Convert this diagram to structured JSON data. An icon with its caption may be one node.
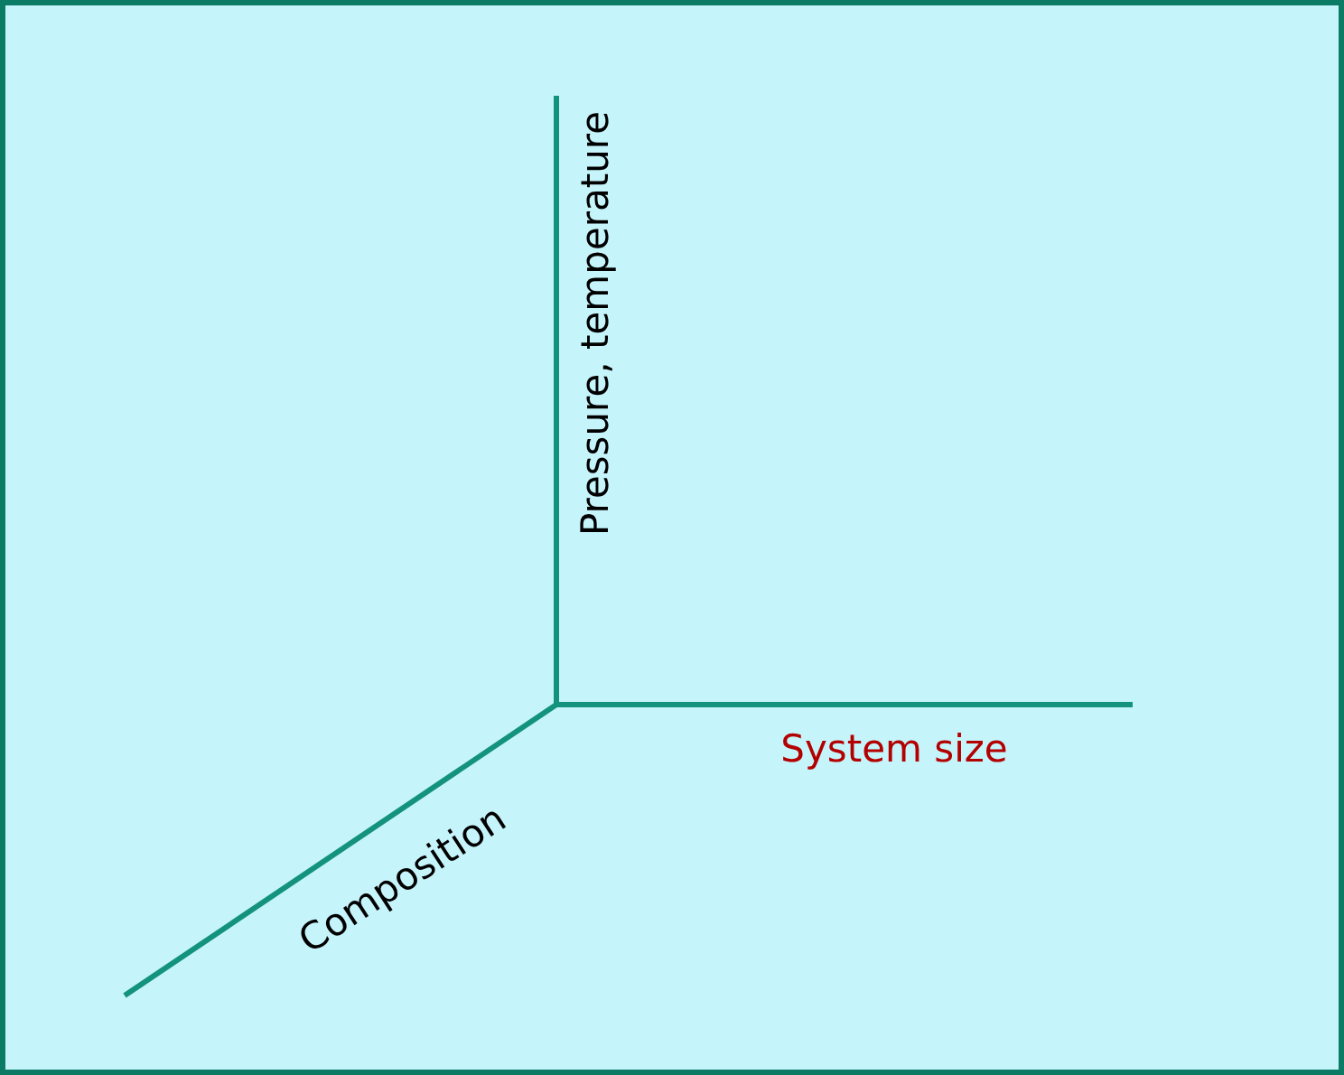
{
  "diagram": {
    "labels": [
      "Pressure, temperature",
      "System size",
      "Composition"
    ]
  }
}
